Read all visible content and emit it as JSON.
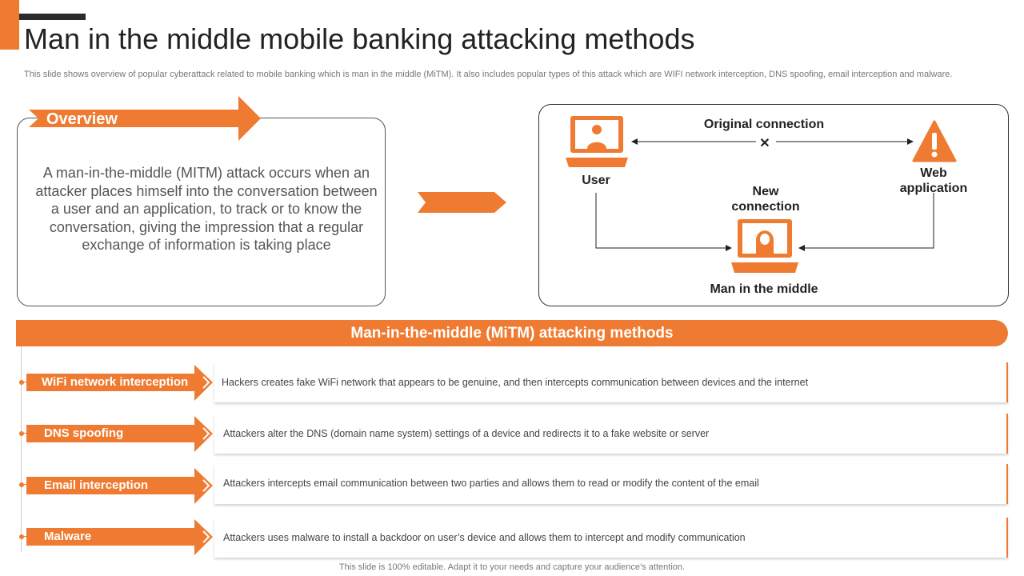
{
  "title": "Man in the middle mobile banking attacking methods",
  "subtitle": "This slide shows overview of popular cyberattack related to mobile banking which is man in the middle (MiTM). It also includes popular types of this attack which are WIFI network interception, DNS spoofing, email interception and malware.",
  "overview": {
    "label": "Overview",
    "text": "A man-in-the-middle (MITM) attack occurs when an attacker places himself into the conversation between a user and an application, to track or to know the conversation, giving the impression that a regular exchange of information is taking place"
  },
  "diagram": {
    "original_connection": "Original connection",
    "user": "User",
    "web_application": "Web application",
    "new_connection": "New connection",
    "man_in_the_middle": "Man in the middle",
    "cross": "✕"
  },
  "methods": {
    "title": "Man-in-the-middle (MiTM) attacking methods",
    "items": [
      {
        "name": "WiFi network interception",
        "description": "Hackers creates fake WiFi network that appears to be genuine, and then intercepts communication between devices and the internet"
      },
      {
        "name": "DNS spoofing",
        "description": "Attackers alter the DNS (domain name system) settings of a device and redirects it to a fake website or server"
      },
      {
        "name": "Email interception",
        "description": "Attackers intercepts email communication between two parties and allows them to read or modify the content of the email"
      },
      {
        "name": "Malware",
        "description": "Attackers uses malware to install a backdoor on user’s device and allows them to intercept and modify communication"
      }
    ]
  },
  "footer": "This slide is 100% editable. Adapt it to your needs and capture your audience’s attention.",
  "colors": {
    "accent": "#ef7b32",
    "text_dark": "#222222",
    "text_muted": "#777777"
  }
}
